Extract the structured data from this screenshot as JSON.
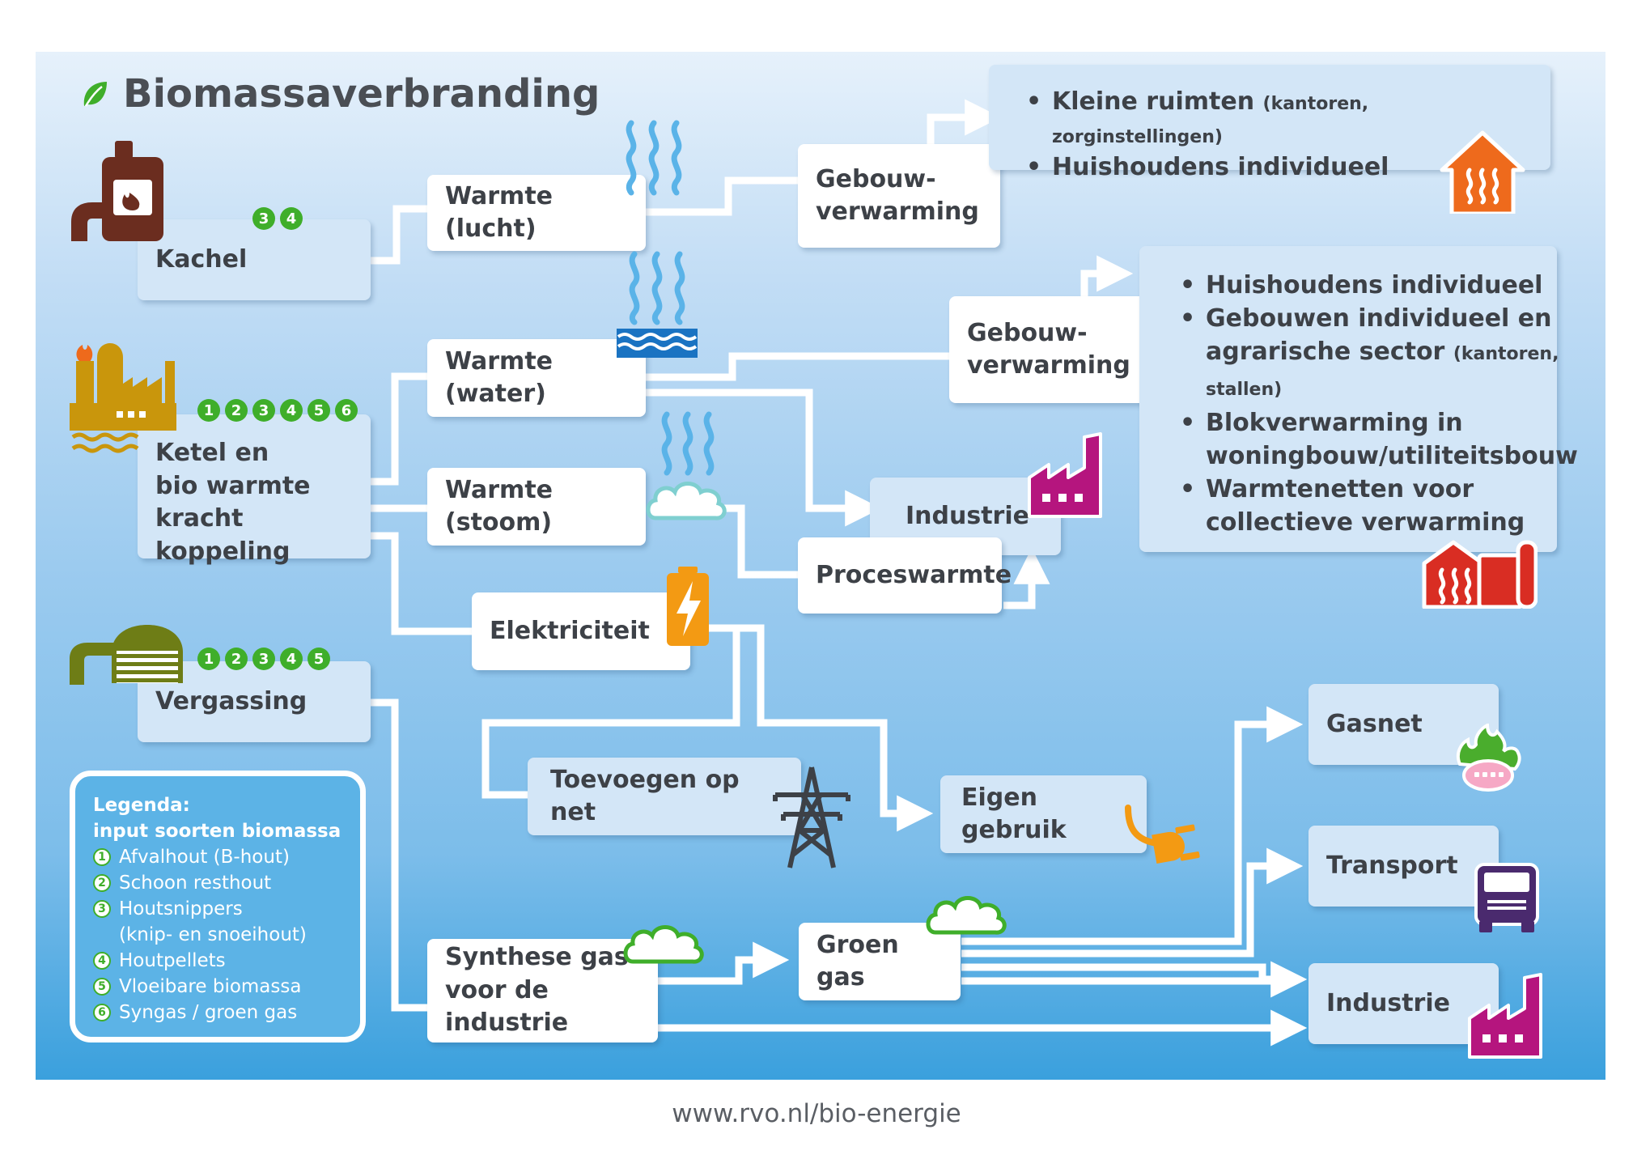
{
  "title": "Biomassaverbranding",
  "sources": {
    "kachel": {
      "label": "Kachel",
      "inputs": [
        "3",
        "4"
      ]
    },
    "ketel": {
      "label": "Ketel en bio warmte kracht koppeling",
      "line1": "Ketel en",
      "line2": "bio warmte",
      "line3": "kracht koppeling",
      "inputs": [
        "1",
        "2",
        "3",
        "4",
        "5",
        "6"
      ]
    },
    "vergassing": {
      "label": "Vergassing",
      "inputs": [
        "1",
        "2",
        "3",
        "4",
        "5"
      ]
    }
  },
  "intermediate": {
    "warmte_lucht": "Warmte (lucht)",
    "warmte_water": "Warmte (water)",
    "warmte_stoom": "Warmte (stoom)",
    "elektriciteit": "Elektriciteit",
    "synthese_gas_1": "Synthese gas",
    "synthese_gas_2": "voor de industrie",
    "groen_gas": "Groen gas",
    "gebouwverwarming_1a": "Gebouw-",
    "gebouwverwarming_1b": "verwarming",
    "gebouwverwarming_2a": "Gebouw-",
    "gebouwverwarming_2b": "verwarming",
    "industrie_mid": "Industrie",
    "proceswarmte": "Proceswarmte",
    "toevoegen_op_net": "Toevoegen op net",
    "eigen_gebruik": "Eigen gebruik"
  },
  "destinations": {
    "box1": {
      "item1": "Kleine ruimten",
      "item1_note": "(kantoren, zorginstellingen)",
      "item2": "Huishoudens individueel"
    },
    "box2": {
      "item1": "Huishoudens individueel",
      "item2a": "Gebouwen individueel en",
      "item2b": "agrarische sector",
      "item2_note": "(kantoren,",
      "item2_note2": "stallen)",
      "item3a": "Blokverwarming in",
      "item3b": "woningbouw/utiliteitsbouw",
      "item4a": "Warmtenetten voor",
      "item4b": "collectieve verwarming"
    },
    "gasnet": "Gasnet",
    "transport": "Transport",
    "industrie": "Industrie"
  },
  "legend": {
    "heading1": "Legenda:",
    "heading2": "input soorten biomassa",
    "items": [
      {
        "num": "1",
        "label": "Afvalhout (B-hout)"
      },
      {
        "num": "2",
        "label": "Schoon resthout"
      },
      {
        "num": "3",
        "label": "Houtsnippers"
      },
      {
        "num": "",
        "label": "(knip- en snoeihout)"
      },
      {
        "num": "4",
        "label": "Houtpellets"
      },
      {
        "num": "5",
        "label": "Vloeibare biomassa"
      },
      {
        "num": "6",
        "label": "Syngas / groen gas"
      }
    ]
  },
  "footer": "www.rvo.nl/bio-energie",
  "colors": {
    "heat_orange": "#ee6a1c",
    "heat_red": "#d92d23",
    "industry_magenta": "#b5157e",
    "ketel_gold": "#c9960c",
    "kachel_brown": "#6b2d1f",
    "gas_green": "#4aad2d",
    "transport_purple": "#4a2a6e",
    "battery_orange": "#f39a13",
    "wave_blue": "#5ab3e8",
    "number_green": "#3fae2a"
  },
  "icons": [
    "leaf-icon",
    "kachel-icon",
    "ketel-icon",
    "vergassing-icon",
    "air-heat-icon",
    "water-heat-icon",
    "steam-cloud-icon",
    "battery-bolt-icon",
    "pylon-icon",
    "plug-icon",
    "cloud-icon",
    "house-heat-icon",
    "greenhouse-heat-icon",
    "factory-icon",
    "gas-flame-icon",
    "truck-icon"
  ]
}
